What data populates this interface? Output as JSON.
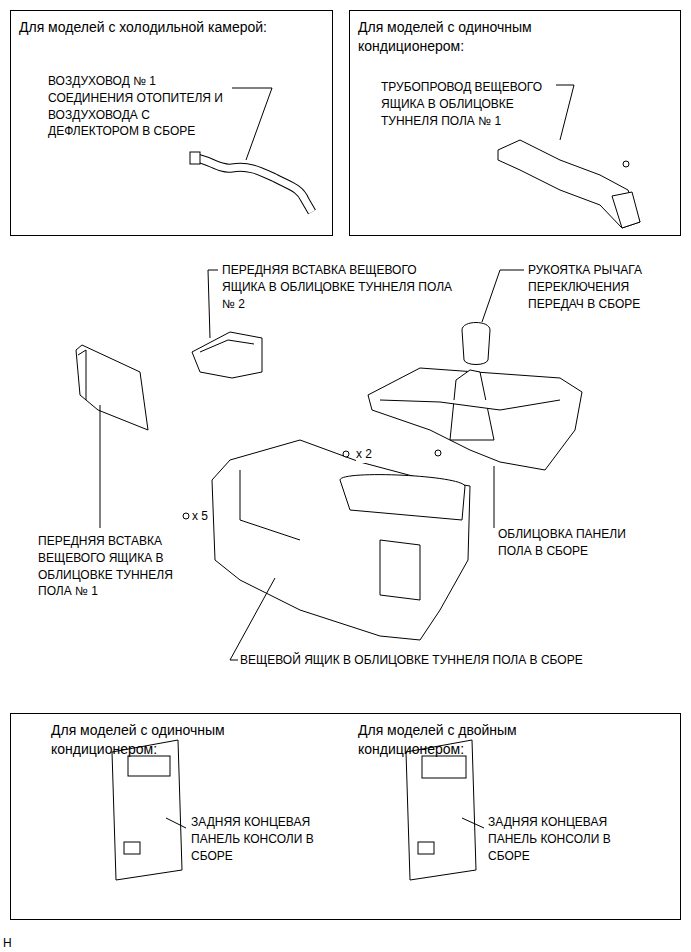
{
  "diagram": {
    "nodes": [
      {
        "text": [
          "Для моделей с холодильной камерой:",
          "ВОЗДУХОВОД № 1 СОЕДИНЕНИЯ ОТОПИТЕЛЯ И ВОЗДУХОВОДА С ДЕФЛЕКТОРОМ В СБОРЕ"
        ]
      },
      {
        "text": [
          "Для моделей с одиночным кондиционером:",
          "ТРУБОПРОВОД ВЕЩЕВОГО ЯЩИКА В ОБЛИЦОВКЕ ТУННЕЛЯ ПОЛА № 1"
        ]
      },
      {
        "text": [
          "Для моделей с одиночным кондиционером:",
          "ЗАДНЯЯ КОНЦЕВАЯ ПАНЕЛЬ КОНСОЛИ В СБОРЕ",
          "Для моделей с двойным кондиционером:",
          "ЗАДНЯЯ КОНЦЕВАЯ ПАНЕЛЬ КОНСОЛИ В СБОРЕ"
        ]
      }
    ],
    "labels": [
      "ПЕРЕДНЯЯ ВСТАВКА ВЕЩЕВОГО ЯЩИКА В ОБЛИЦОВКЕ ТУННЕЛЯ ПОЛА № 2",
      "РУКОЯТКА РЫЧАГА ПЕРЕКЛЮЧЕНИЯ ПЕРЕДАЧ В СБОРЕ",
      "x 2",
      "x 5",
      "ОБЛИЦОВКА ПАНЕЛИ ПОЛА В СБОРЕ",
      "ПЕРЕДНЯЯ ВСТАВКА ВЕЩЕВОГО ЯЩИКА В ОБЛИЦОВКЕ ТУННЕЛЯ ПОЛА № 1",
      "ВЕЩЕВОЙ ЯЩИК В ОБЛИЦОВКЕ ТУННЕЛЯ ПОЛА В СБОРЕ",
      "H"
    ]
  }
}
